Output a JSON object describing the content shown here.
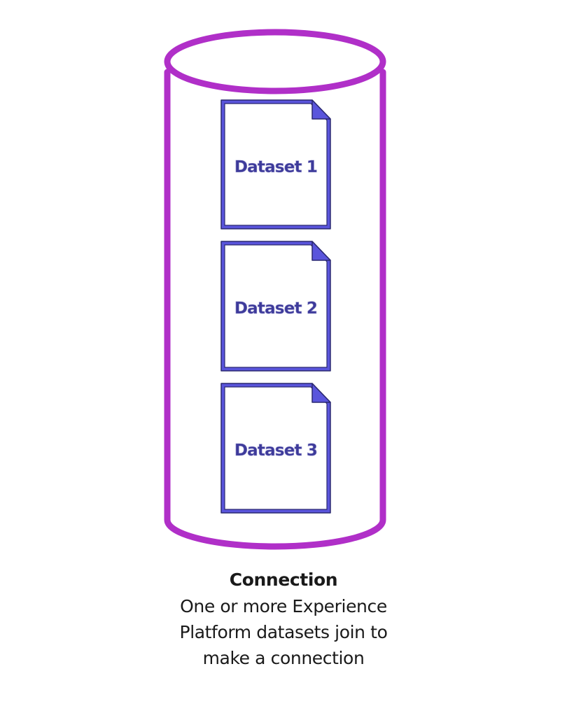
{
  "colors": {
    "container": "#b02fc8",
    "dataset_fill": "#ffffff",
    "dataset_stroke": "#5a55dc",
    "dataset_outline": "#2a2870",
    "dataset_fold": "#5a55dc",
    "dataset_text": "#3d3a9a",
    "caption_text": "#1a1a1a"
  },
  "diagram": {
    "container_shape": "cylinder",
    "datasets": [
      {
        "label": "Dataset 1"
      },
      {
        "label": "Dataset 2"
      },
      {
        "label": "Dataset 3"
      }
    ]
  },
  "caption": {
    "title": "Connection",
    "lines": [
      "One or more Experience",
      "Platform datasets join to",
      "make a connection"
    ]
  }
}
